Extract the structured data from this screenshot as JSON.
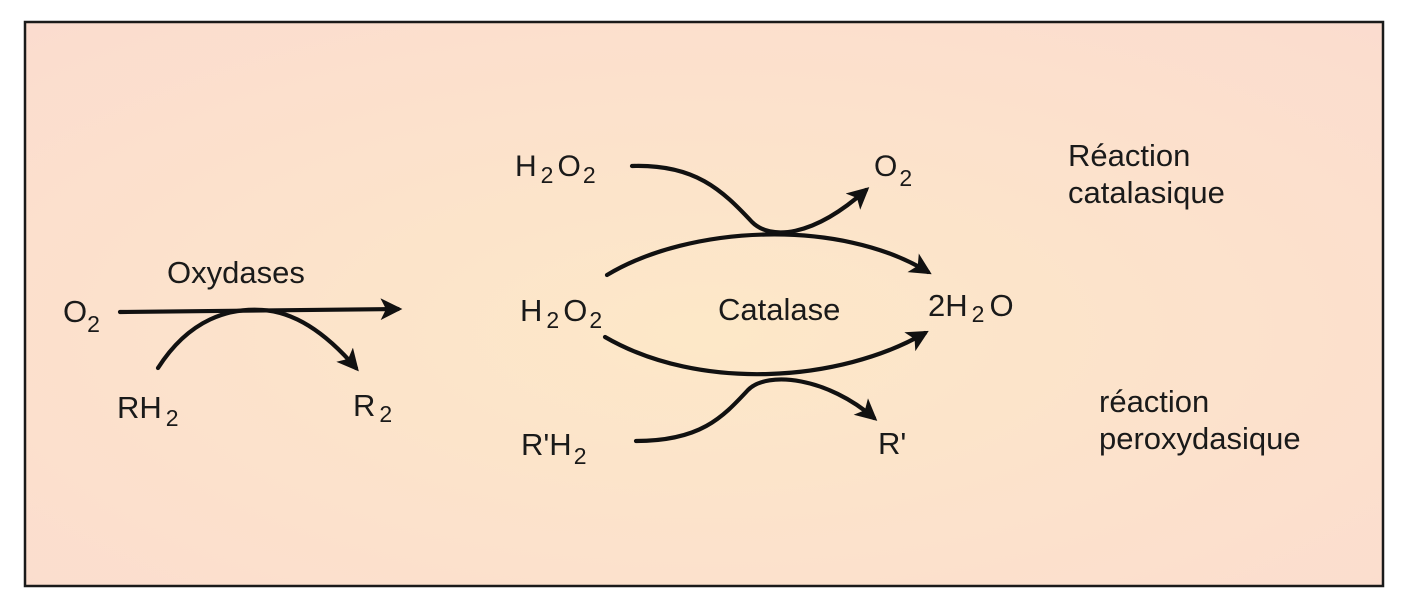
{
  "colors": {
    "background": "#fbdccf",
    "background_inner": "#fde8c8",
    "border": "#1a1a1a",
    "ink": "#111111"
  },
  "oxidase": {
    "enzyme_label": "Oxydases",
    "o2": {
      "base": "O",
      "sub": "2"
    },
    "rh2": {
      "base": "RH",
      "sub": "2"
    },
    "r2": {
      "base": "R",
      "sub": "2"
    }
  },
  "catalase": {
    "enzyme_label": "Catalase",
    "h2o2_top": {
      "base1": "H",
      "sub1": "2",
      "base2": "O",
      "sub2": "2"
    },
    "h2o2_center": {
      "base1": "H",
      "sub1": "2",
      "base2": "O",
      "sub2": "2"
    },
    "o2_product": {
      "base": "O",
      "sub": "2"
    },
    "water": {
      "base1": "2H",
      "sub1": "2",
      "base2": "O"
    },
    "rprime_h2": {
      "base": "R'H",
      "sub": "2"
    },
    "rprime": "R'"
  },
  "notes": {
    "catalatic_line1": "Réaction",
    "catalatic_line2": "catalasique",
    "peroxidatic_line1": "réaction",
    "peroxidatic_line2": "peroxydasique"
  }
}
